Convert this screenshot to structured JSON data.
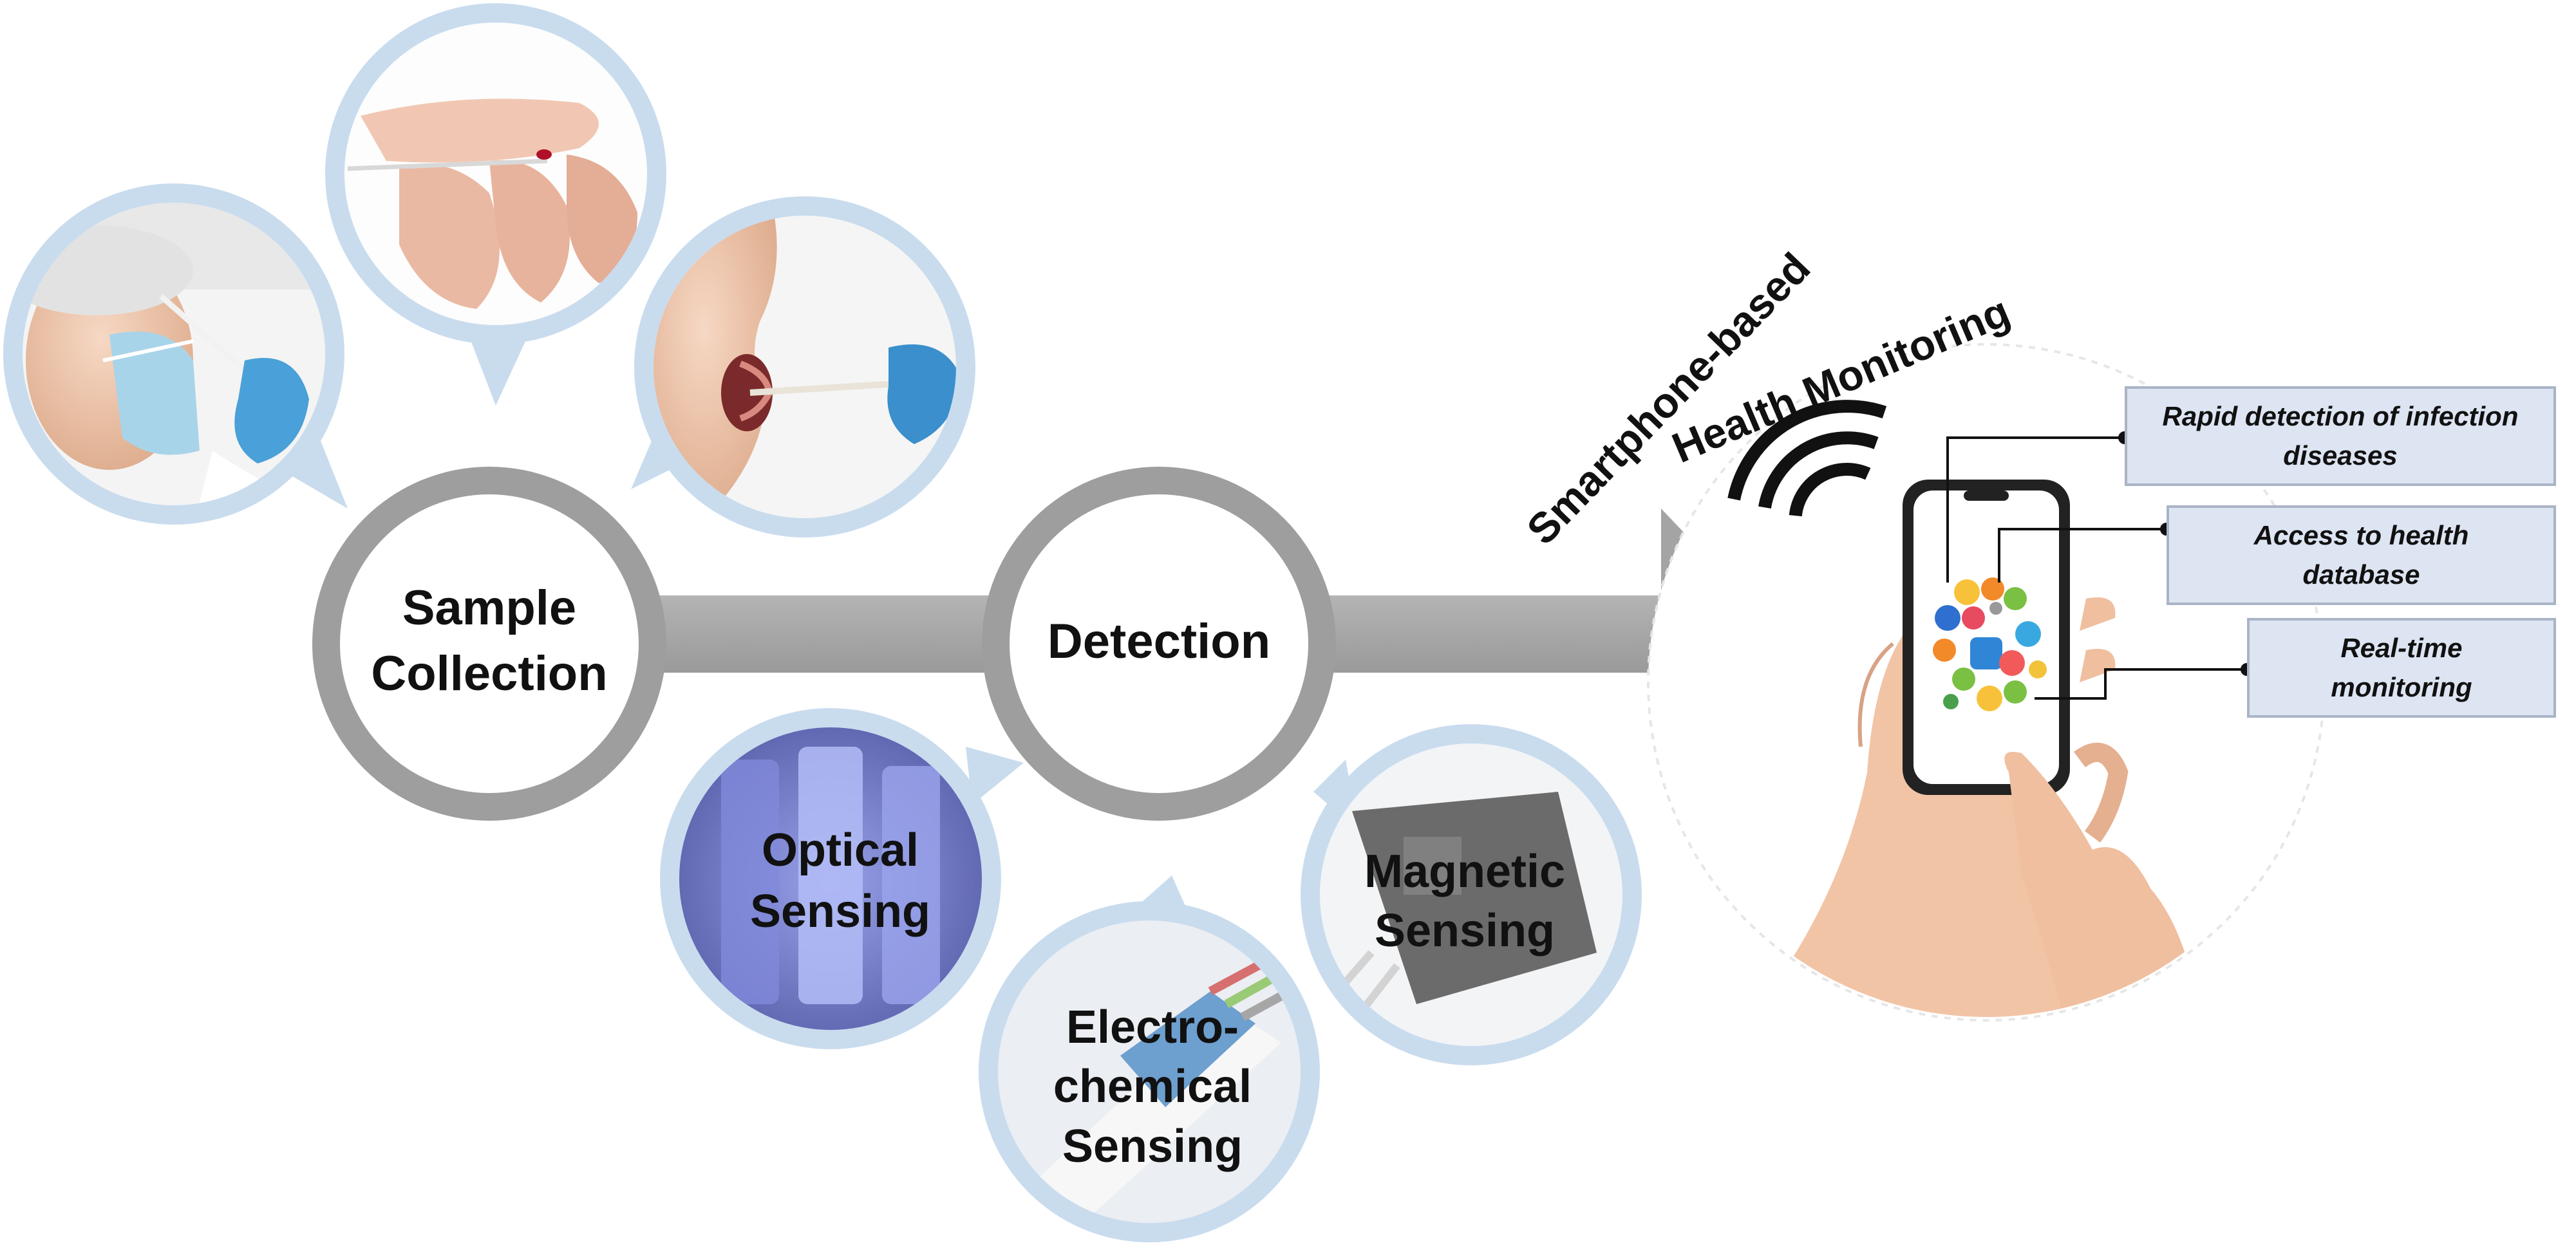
{
  "stages": {
    "sample_collection": {
      "line1": "Sample",
      "line2": "Collection"
    },
    "detection": {
      "label": "Detection"
    }
  },
  "sensing": {
    "optical": {
      "line1": "Optical",
      "line2": "Sensing"
    },
    "electrochemical": {
      "line1": "Electro-",
      "line2": "chemical",
      "line3": "Sensing"
    },
    "magnetic": {
      "line1": "Magnetic",
      "line2": "Sensing"
    }
  },
  "monitoring": {
    "title_line1": "Smartphone-based",
    "title_line2": "Health Monitoring"
  },
  "features": [
    {
      "line1": "Rapid detection of infection",
      "line2": "diseases"
    },
    {
      "line1": "Access to health",
      "line2": "database"
    },
    {
      "line1": "Real-time",
      "line2": "monitoring"
    }
  ],
  "colors": {
    "bubble_ring": "#c9dcee",
    "process_gray": "#a8a8a8",
    "info_box_fill": "#dde4f2",
    "optical_blue": "#5a67c8"
  }
}
